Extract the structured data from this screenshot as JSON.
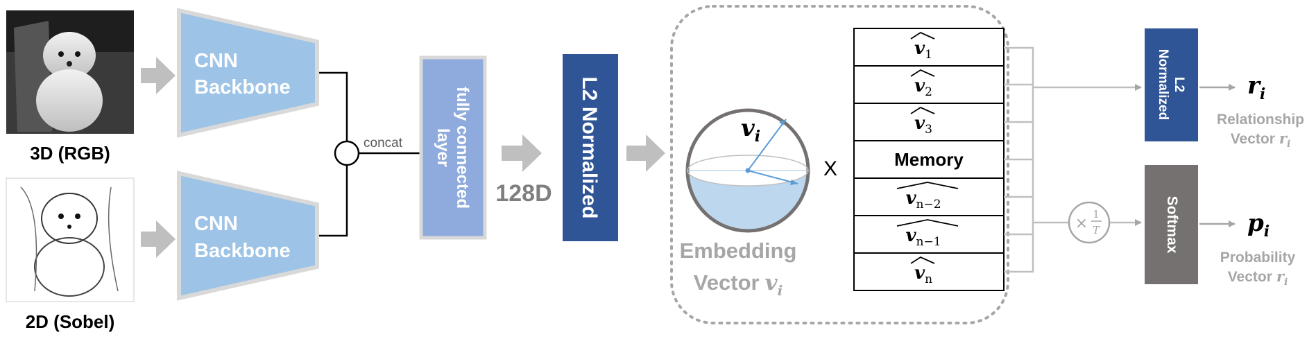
{
  "inputs": {
    "rgb_label": "3D (RGB)",
    "sobel_label": "2D (Sobel)"
  },
  "backbones": {
    "top_line1": "CNN",
    "top_line2": "Backbone",
    "bottom_line1": "CNN",
    "bottom_line2": "Backbone"
  },
  "concat_label": "concat",
  "fc_layer": {
    "line1": "fully connected",
    "line2": "layer"
  },
  "dim_label": "128D",
  "l2_norm_main": "L2 Normalized",
  "embedding": {
    "symbol_base": "v",
    "symbol_sub": "i",
    "caption_line1": "Embedding",
    "caption_line2": "Vector"
  },
  "multiply_sign": "X",
  "memory": {
    "rows": [
      {
        "base": "v",
        "sub": "1"
      },
      {
        "base": "v",
        "sub": "2"
      },
      {
        "base": "v",
        "sub": "3"
      },
      {
        "label": "Memory"
      },
      {
        "base": "v",
        "sub": "n−2"
      },
      {
        "base": "v",
        "sub": "n−1"
      },
      {
        "base": "v",
        "sub": "n"
      }
    ]
  },
  "l2_norm_small": {
    "line1": "L2",
    "line2": "Normalized"
  },
  "softmax_label": "Softmax",
  "temperature": {
    "times": "×",
    "numerator": "1",
    "denominator": "T"
  },
  "outputs": {
    "r_symbol_base": "r",
    "r_symbol_sub": "i",
    "r_caption_line1": "Relationship",
    "r_caption_line2": "Vector",
    "p_symbol_base": "p",
    "p_symbol_sub": "i",
    "p_caption_line1": "Probability",
    "p_caption_line2": "Vector"
  },
  "colors": {
    "backbone_fill": "#9dc3e6",
    "backbone_border": "#d9d9d9",
    "fc_fill": "#8faadc",
    "l2_fill": "#2f5597",
    "softmax_fill": "#767171",
    "arrow_gray": "#bfbfbf",
    "caption_gray": "#a6a6a6"
  }
}
